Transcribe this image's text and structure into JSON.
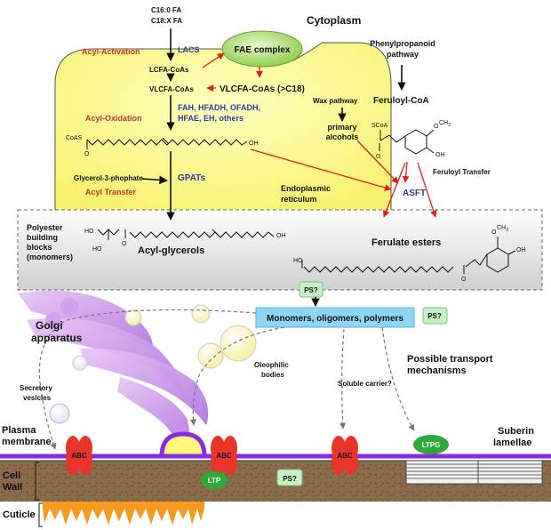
{
  "fatty_acids": [
    "C16:0 FA",
    "C18:X FA"
  ],
  "cytoplasm": "Cytoplasm",
  "acyl_activation": "Acyl-Activation",
  "lacs": "LACS",
  "fae_complex": "FAE complex",
  "lcfa_coas": "LCFA-CoAs",
  "vlcfa_coas": "VLCFA-CoAs",
  "vlcfa_gt_c18": "VLCFA-CoAs (>C18)",
  "acyl_oxidation": "Acyl-Oxidation",
  "enzymes_line1": "FAH, HFADH, OFADH,",
  "enzymes_line2": "HFAE, EH, others",
  "phenylpropanoid": [
    "Phenylpropanoid",
    "pathway"
  ],
  "feruloyl_coa": "Feruloyl-CoA",
  "wax_pathway": "Wax pathway",
  "primary_alcohols": [
    "primary",
    "alcohols"
  ],
  "coas": "CoAS",
  "scoa": "SCoA",
  "och3": "O",
  "ch3": "CH",
  "sub3": "3",
  "oh": "OH",
  "o": "O",
  "ho": "HO",
  "glycerol3p": "Glycerol-3-phophate",
  "gpats": "GPATs",
  "acyl_transfer": "Acyl Transfer",
  "feruloyl_transfer": "Feruloyl Transfer",
  "er": [
    "Endoplasmic",
    "reticulum"
  ],
  "asft": "ASFT",
  "polyester": [
    "Polyester",
    "building",
    "blocks",
    "(monomers)"
  ],
  "acyl_glycerols": "Acyl-glycerols",
  "ferulate_esters": "Ferulate esters",
  "ps": "PS?",
  "monomers": "Monomers, oligomers, polymers",
  "golgi": [
    "Golgi",
    "apparatus"
  ],
  "oleophilic": [
    "Oleophilic",
    "bodies"
  ],
  "transport": [
    "Possible transport",
    "mechanisms"
  ],
  "soluble_carrier": "Soluble carrier?",
  "secretory": [
    "Secretory",
    "vesicles"
  ],
  "plasma": [
    "Plasma",
    "membrane"
  ],
  "abc": "ABC",
  "ltpg": "LTPG",
  "suberin": [
    "Suberin",
    "lamellae"
  ],
  "cell_wall": [
    "Cell",
    "Wall"
  ],
  "ltp": "LTP",
  "cuticle": "Cuticle"
}
